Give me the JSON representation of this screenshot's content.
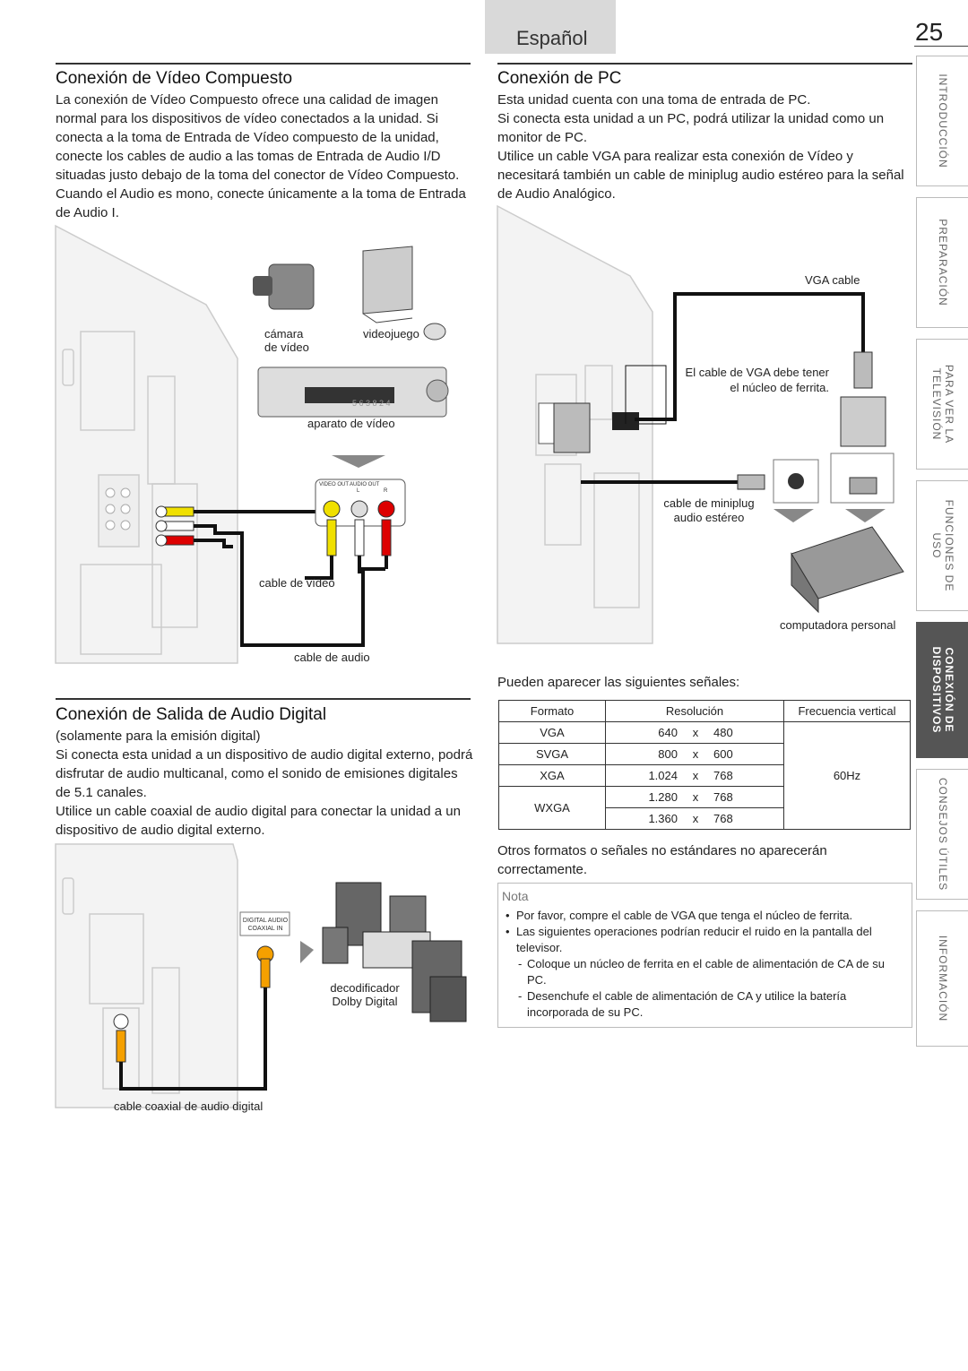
{
  "header": {
    "language": "Español",
    "page_number": "25"
  },
  "sidebar": {
    "items": [
      {
        "label": "INTRODUCCIÓN",
        "active": false
      },
      {
        "label": "PREPARACIÓN",
        "active": false
      },
      {
        "label": "PARA VER LA TELEVISIÓN",
        "active": false
      },
      {
        "label": "FUNCIONES DE USO",
        "active": false
      },
      {
        "label": "CONEXIÓN DE DISPOSITIVOS",
        "active": true
      },
      {
        "label": "CONSEJOS ÚTILES",
        "active": false
      },
      {
        "label": "INFORMACIÓN",
        "active": false
      }
    ]
  },
  "composite": {
    "title": "Conexión de Vídeo Compuesto",
    "text": "La conexión de Vídeo Compuesto ofrece una calidad de imagen normal para los dispositivos de vídeo conectados a la unidad. Si conecta a la toma de Entrada de Vídeo compuesto de la unidad, conecte los cables de audio a las tomas de Entrada de Audio I/D situadas justo debajo de la toma del conector de Vídeo Compuesto. Cuando el Audio es mono, conecte únicamente a la toma de Entrada de Audio I.",
    "labels": {
      "camcorder": "cámara de vídeo",
      "console": "videojuego",
      "vcr": "aparato de vídeo",
      "video_out": "VIDEO OUT",
      "audio_out": "AUDIO OUT",
      "audio_l": "L",
      "audio_r": "R",
      "video_cable": "cable de vídeo",
      "audio_cable": "cable de audio",
      "vcr_display": "5 6 3 8 2 4"
    }
  },
  "digital": {
    "title": "Conexión de Salida de Audio Digital",
    "subtitle": "(solamente para la emisión digital)",
    "text1": "Si conecta esta unidad a un dispositivo de audio digital externo, podrá disfrutar de audio multicanal, como el sonido de emisiones digitales de 5.1 canales.",
    "text2": "Utilice un cable coaxial de audio digital para conectar la unidad a un dispositivo de audio digital externo.",
    "labels": {
      "jack": "DIGITAL AUDIO COAXIAL IN",
      "decoder": "decodificador Dolby Digital",
      "coax_cable": "cable coaxial de audio digital"
    }
  },
  "pc": {
    "title": "Conexión de PC",
    "text1": "Esta unidad cuenta con una toma de entrada de PC.",
    "text2": "Si conecta esta unidad a un PC, podrá utilizar la unidad como un monitor de PC.",
    "text3": "Utilice un cable VGA para realizar esta conexión de Vídeo y necesitará también un cable de miniplug audio estéreo para la señal de Audio Analógico.",
    "labels": {
      "vga_cable": "VGA cable",
      "ferrite_note": "El cable de VGA debe tener el núcleo de ferrita.",
      "miniplug": "cable de miniplug audio estéreo",
      "computer": "computadora personal"
    },
    "signals_intro": "Pueden aparecer las siguientes señales:",
    "table": {
      "headers": [
        "Formato",
        "Resolución",
        "Frecuencia vertical"
      ],
      "rows": [
        {
          "format": "VGA",
          "w": "640",
          "x": "x",
          "h": "480"
        },
        {
          "format": "SVGA",
          "w": "800",
          "x": "x",
          "h": "600"
        },
        {
          "format": "XGA",
          "w": "1.024",
          "x": "x",
          "h": "768"
        },
        {
          "format": "WXGA",
          "w": "1.280",
          "x": "x",
          "h": "768"
        },
        {
          "format": "",
          "w": "1.360",
          "x": "x",
          "h": "768"
        }
      ],
      "frequency": "60Hz"
    },
    "other_formats": "Otros formatos o señales no estándares no aparecerán correctamente.",
    "note": {
      "title": "Nota",
      "items": [
        "Por favor, compre el cable de VGA que tenga el núcleo de ferrita.",
        "Las siguientes operaciones podrían reducir el ruido en la pantalla del televisor.",
        "Coloque un núcleo de ferrita en el cable de alimentación de CA de su PC.",
        "Desenchufe el cable de alimentación de CA y utilice la batería incorporada de su PC."
      ]
    }
  }
}
